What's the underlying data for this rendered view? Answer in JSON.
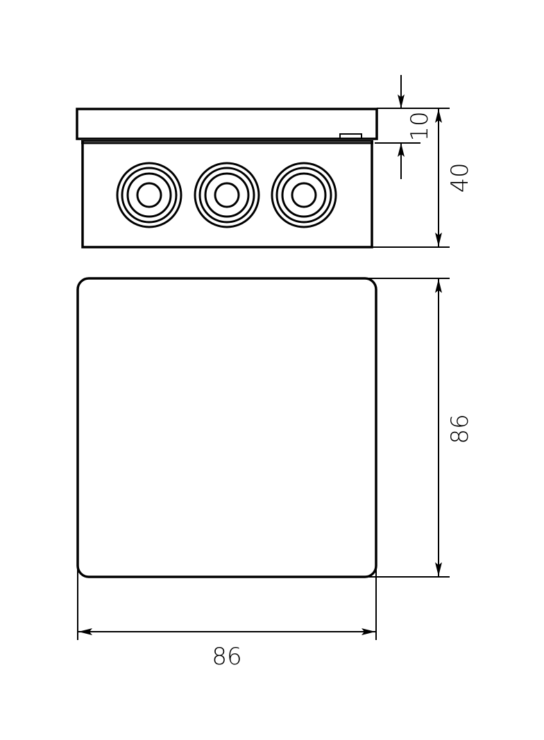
{
  "drawing": {
    "type": "technical drawing",
    "subject": "junction box with cable glands",
    "stroke_color": "#000000",
    "background_color": "#ffffff",
    "views": {
      "side": {
        "glands_count": 3
      },
      "top": {
        "shape": "rounded square"
      }
    },
    "dimensions": {
      "lid_height": "10",
      "total_height": "40",
      "depth": "86",
      "width": "86"
    }
  }
}
